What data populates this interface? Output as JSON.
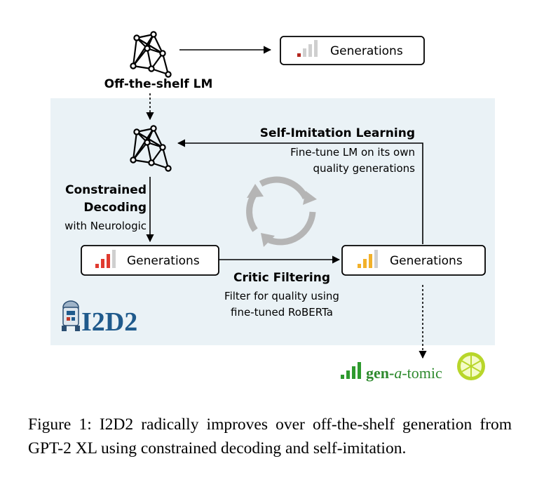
{
  "diagram": {
    "top_model_label": "Off-the-shelf LM",
    "generations_label": "Generations",
    "self_imitation": {
      "title": "Self-Imitation Learning",
      "desc_line1": "Fine-tune LM on its own",
      "desc_line2": "quality generations"
    },
    "constrained": {
      "title_line1": "Constrained",
      "title_line2": "Decoding",
      "desc": "with Neurologic"
    },
    "critic": {
      "title": "Critic Filtering",
      "desc_line1": "Filter for quality using",
      "desc_line2": "fine-tuned RoBERTa"
    },
    "logo_text": "I2D2",
    "output_logo": {
      "part1": "gen-",
      "part2": "a",
      "part3": "-tomic"
    },
    "colors": {
      "panel_bg": "#eaf2f6",
      "logo_blue": "#1f5a8c",
      "bar_red": "#e03a2f",
      "bar_dark_red": "#b3261e",
      "bar_orange": "#f2b12a",
      "bar_green": "#2e9a2e",
      "bar_grey": "#cfcfcf",
      "cycle_grey": "#b5b5b5",
      "lime": "#b8d62a",
      "text_green": "#2e8a2e"
    }
  },
  "caption": {
    "label": "Figure 1:",
    "text": "I2D2 radically improves over off-the-shelf generation from GPT-2 XL using constrained decoding and self-imitation."
  }
}
